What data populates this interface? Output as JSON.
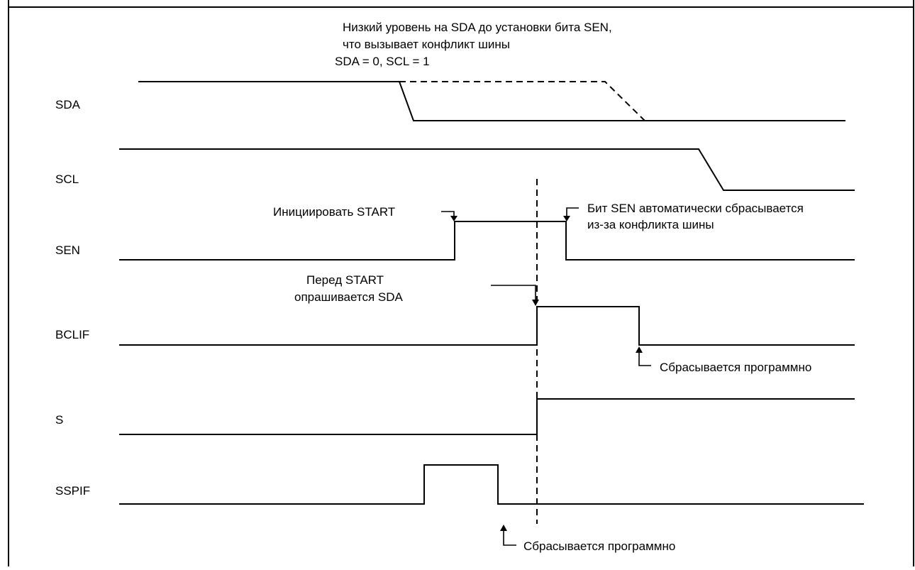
{
  "signals": [
    {
      "id": "sda",
      "label": "SDA"
    },
    {
      "id": "scl",
      "label": "SCL"
    },
    {
      "id": "sen",
      "label": "SEN"
    },
    {
      "id": "bclif",
      "label": "BCLIF"
    },
    {
      "id": "s",
      "label": "S"
    },
    {
      "id": "sspif",
      "label": "SSPIF"
    }
  ],
  "annotations": {
    "sda_low_note": {
      "line1": "Низкий уровень на SDA до установки бита SEN,",
      "line2": "что вызывает конфликт шины",
      "line3": "SDA = 0, SCL = 1"
    },
    "initiate_start": "Инициировать START",
    "sen_cleared": {
      "line1": "Бит SEN автоматически сбрасывается",
      "line2": "из-за конфликта шины"
    },
    "sda_sampled": {
      "line1": "Перед START",
      "line2": "опрашивается SDA"
    },
    "bclif_cleared_sw": "Сбрасывается программно",
    "sspif_cleared_sw": "Сбрасывается программно"
  },
  "colors": {
    "line": "#000000",
    "background": "#ffffff"
  }
}
